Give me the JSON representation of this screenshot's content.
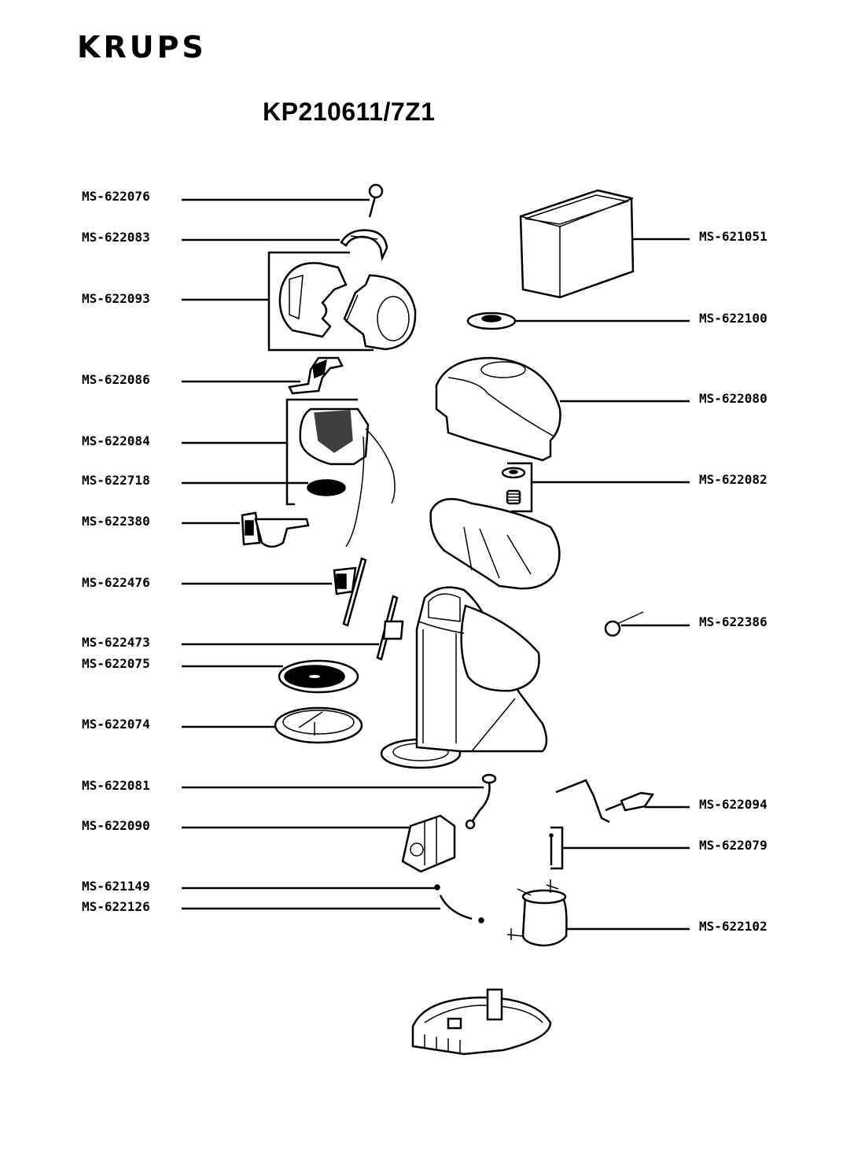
{
  "header": {
    "brand": "KRUPS",
    "model": "KP210611/7Z1"
  },
  "parts_left": [
    {
      "ref": "MS-622076",
      "part": "cap-lever"
    },
    {
      "ref": "MS-622083",
      "part": "upper-clip"
    },
    {
      "ref": "MS-622093",
      "part": "brewing-head-shells"
    },
    {
      "ref": "MS-622086",
      "part": "lever-clip"
    },
    {
      "ref": "MS-622084",
      "part": "brewing-unit"
    },
    {
      "ref": "MS-622718",
      "part": "brew-seal"
    },
    {
      "ref": "MS-622380",
      "part": "capsule-holder"
    },
    {
      "ref": "MS-622476",
      "part": "side-panel-right"
    },
    {
      "ref": "MS-622473",
      "part": "side-panel-left"
    },
    {
      "ref": "MS-622075",
      "part": "drip-grid"
    },
    {
      "ref": "MS-622074",
      "part": "drip-tray"
    },
    {
      "ref": "MS-622081",
      "part": "pipe-connector"
    },
    {
      "ref": "MS-622090",
      "part": "pump"
    },
    {
      "ref": "MS-621149",
      "part": "small-seal"
    },
    {
      "ref": "MS-622126",
      "part": "hose"
    }
  ],
  "parts_right": [
    {
      "ref": "MS-621051",
      "part": "water-tank"
    },
    {
      "ref": "MS-622100",
      "part": "tank-valve"
    },
    {
      "ref": "MS-622080",
      "part": "top-cover"
    },
    {
      "ref": "MS-622082",
      "part": "valve-set"
    },
    {
      "ref": "MS-622386",
      "part": "o-ring"
    },
    {
      "ref": "MS-622094",
      "part": "power-cord"
    },
    {
      "ref": "MS-622079",
      "part": "screw"
    },
    {
      "ref": "MS-622102",
      "part": "heater-thermoblock"
    }
  ],
  "unlabeled_parts": [
    "main-body",
    "base-plate"
  ]
}
